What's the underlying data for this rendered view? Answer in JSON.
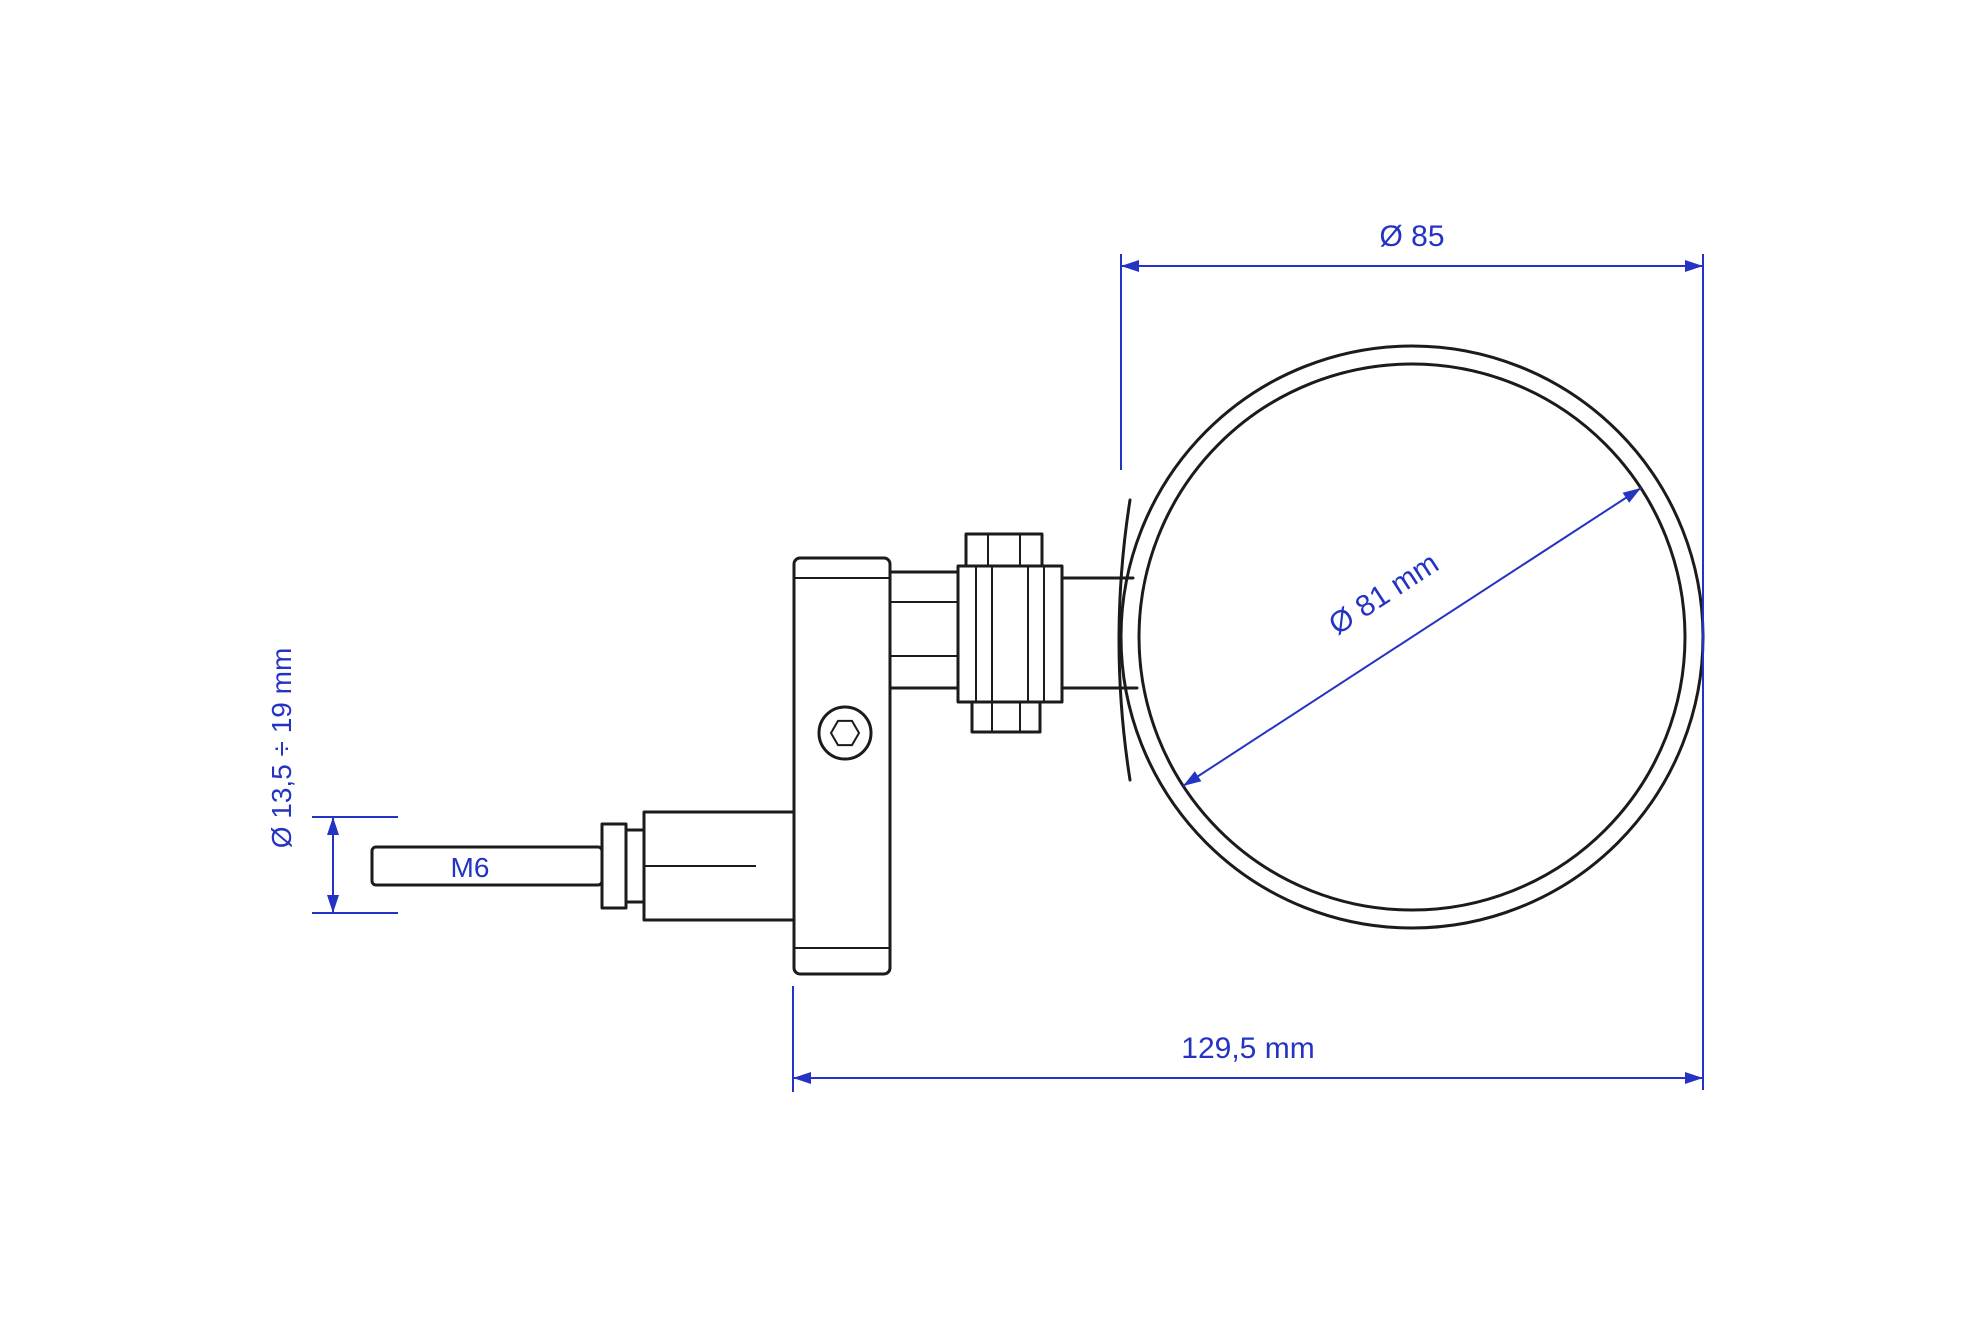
{
  "diagram": {
    "type": "technical-drawing",
    "subject": "bar-end mirror side view with dimensions",
    "labels": {
      "outer_diameter": "Ø 85",
      "glass_diameter": "Ø 81 mm",
      "thread": "M6",
      "expander_range": "Ø 13,5 ÷ 19 mm",
      "overall_length": "129,5 mm"
    },
    "colors": {
      "dimension_blue": "#2433c4",
      "line_black": "#1b1b1b",
      "background": "#ffffff"
    }
  }
}
